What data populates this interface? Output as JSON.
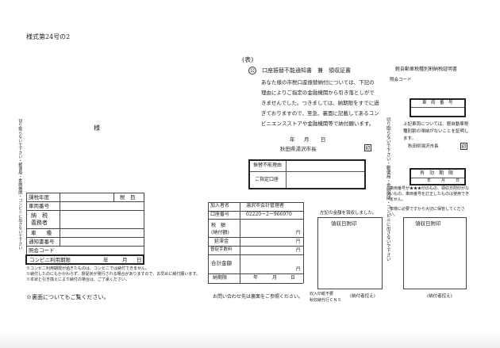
{
  "form_number": "様式第24号の2",
  "omote": "(表)",
  "circle_mark": "公",
  "cut_line_left": "切り取らないで下さい・郵便局・金融機関・コンビニに出さないで下さい",
  "cut_line_right": "切り取らないで下さい・郵便局・金融機関・コンビニに出さないで下さい",
  "left": {
    "sama": "様",
    "kazei_nendo": "課税年度",
    "zeimoku": "税　目",
    "shaseki_bango": "車両番号",
    "nozei_gimusha": "納　税\n義務者",
    "sharyo": "車　　種",
    "tsuchisho_bango": "通知書番号",
    "shokai_code": "照会コード",
    "conveni_kigen": "コンビニ利用期限",
    "nen": "年",
    "tsuki": "月",
    "hi": "日",
    "note1": "※コンビニ利用期限が過ぎたものは、コンビニでは納付できません。",
    "note2": "※納付したのにもかかわらず、督促状が発行される場合がありますので、お早めに納付願います。",
    "note3": "※本状と引き換えにより納付の場合は、ご了承ください。",
    "bottom_note": "※裏面についてもご覧ください。"
  },
  "middle": {
    "kanyusha": "加入者名",
    "kanyusha_value": "湯沢市会計管理者",
    "koza_bango": "口座番号",
    "koza_value": "02220ー2ー966970",
    "zeigaku": "税　額\n(納付額)",
    "entaikin": "延滞金",
    "tokusoku": "督促手数料",
    "gokei": "合計金額",
    "nofu_kigen": "納期限",
    "yen": "円",
    "nen": "年",
    "tsuki": "月",
    "hi": "日",
    "contact": "お問い合わせ先は裏面をご参照ください。"
  },
  "notice": {
    "title": "口座振替不能通知書　兼　領収証書",
    "body": "あなた様の市税口座振替納付については、下記の理由によりご指定の金融機関から引き落としができませんでした。つきましては、納期限をすでに過ぎておりますので、至急、裏面に記載してあるコンビニエンスストアや金融機関等で納付願います。",
    "nen": "年",
    "tsuki": "月",
    "hi": "日",
    "mayor": "秋田県湯沢市長",
    "in": "印",
    "furikae_riyu": "振替不能理由",
    "shitei_koza": "ご指定口座"
  },
  "receipts": {
    "note_top": "左記の金額を領収しました。",
    "stamp1": "領収日附印",
    "stamp2": "領収日附印",
    "receipt_small1": "収入印紙不要",
    "receipt_small2": "秋収納代行ＣＮＳ",
    "nofusha_hikae": "(納付者控え)",
    "nofusha_hikae2": "(納付者控え)"
  },
  "right": {
    "title": "軽自動車税種別割納税証明書",
    "shokai": "照会コード",
    "sharyo_bango": "車　両　番　号",
    "body": "上記車両については、軽自動車税種別割の滞納がないことを証明します。",
    "mayor": "秋田県湯沢市長",
    "in": "印",
    "yuko_kigen": "有　効　期　限",
    "nen": "年",
    "tsuki": "月",
    "hi": "日",
    "note1": "車両番号が★★★印のもの、領収日附印がないもの、車両番号を訂正したものは使用できません。",
    "note2": "車検に必要ですから大切に保管してください。"
  }
}
